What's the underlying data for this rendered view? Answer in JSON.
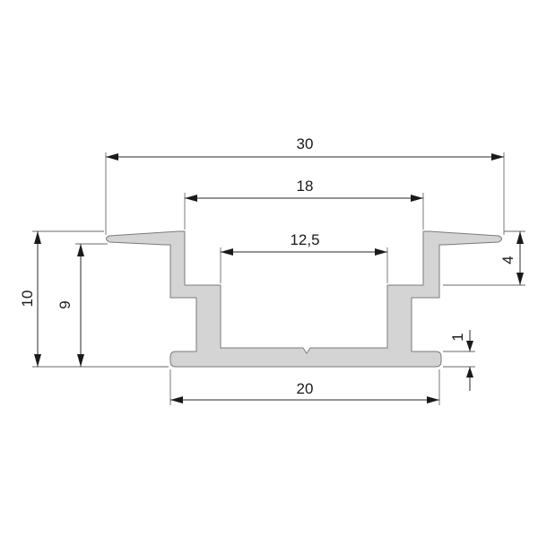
{
  "drawing": {
    "dimensions": {
      "width_top": "30",
      "width_inner_top": "18",
      "width_channel": "12,5",
      "width_bottom": "20",
      "height_total": "10",
      "height_9": "9",
      "height_flange": "4",
      "height_base": "1"
    },
    "colors": {
      "profile_fill": "#d4d4d4",
      "profile_stroke": "#7a7a7a",
      "line": "#2a2a2a"
    }
  }
}
